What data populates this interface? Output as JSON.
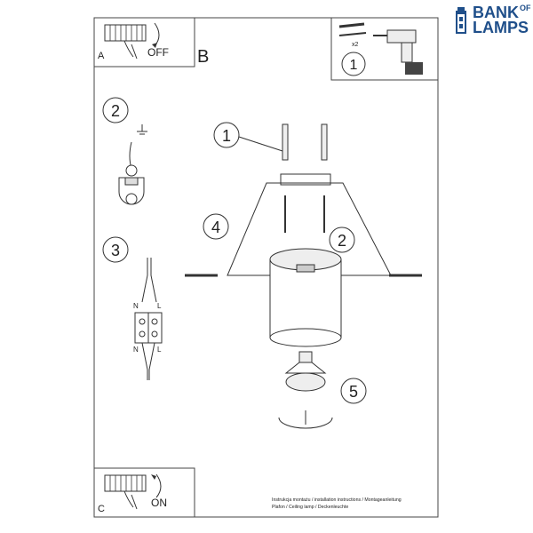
{
  "brand": {
    "line1": "BANK",
    "of": "OF",
    "line2": "LAMPS",
    "color": "#1f4f8a"
  },
  "panels": {
    "a": {
      "letter": "A",
      "label": "OFF"
    },
    "b": {
      "letter": "B"
    },
    "c": {
      "letter": "C",
      "label": "ON"
    }
  },
  "tools": {
    "step": "1",
    "qty": "x2"
  },
  "steps": {
    "s1": "1",
    "s2": "2",
    "s3": "3",
    "s4": "4",
    "s5": "5",
    "s2b": "2",
    "s1b": "1"
  },
  "wiring": {
    "n_top": "N",
    "l_top": "L",
    "n_bot": "N",
    "l_bot": "L"
  },
  "caption": {
    "line1": "Instrukcja montażu / installation instructions / Montageanleitung",
    "line2": "Plafon / Ceiling lamp / Deckenleuchte"
  },
  "colors": {
    "line": "#333333",
    "frame": "#444444",
    "fill_grey": "#d6d6d6"
  }
}
